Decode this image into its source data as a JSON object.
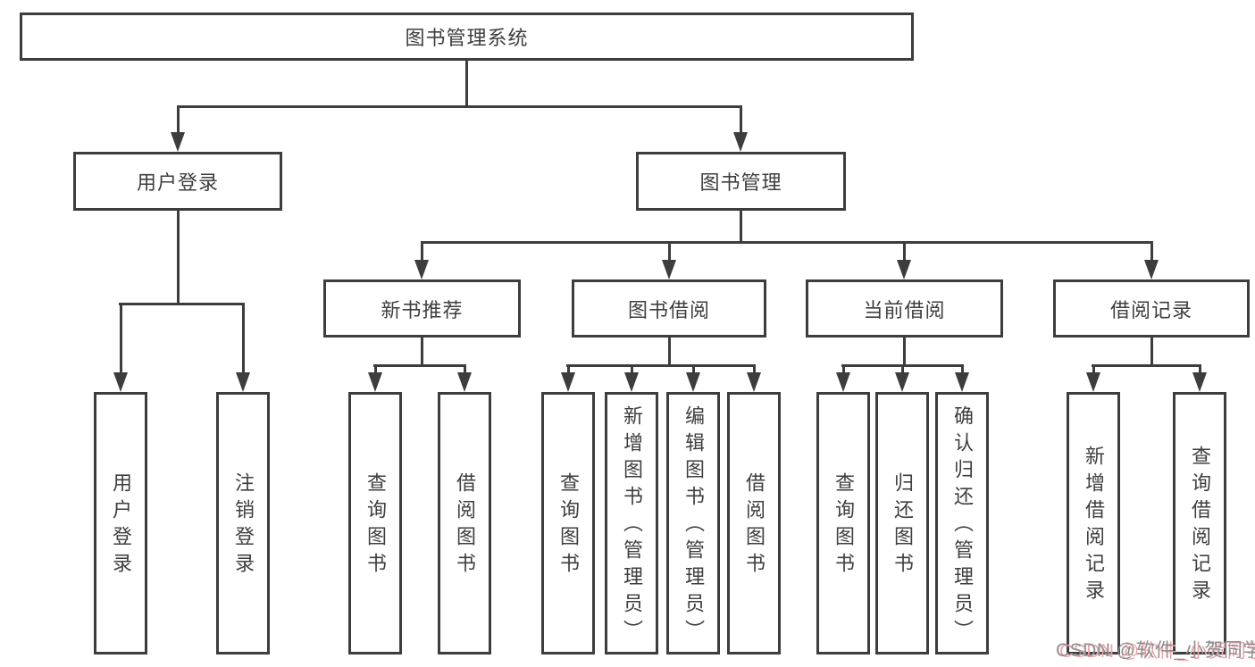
{
  "diagram": {
    "root": {
      "label": "图书管理系统"
    },
    "branches": [
      {
        "label": "用户登录",
        "children": [
          {
            "label": "用户登录"
          },
          {
            "label": "注销登录"
          }
        ]
      },
      {
        "label": "图书管理",
        "children": [
          {
            "label": "新书推荐",
            "children": [
              {
                "label": "查询图书"
              },
              {
                "label": "借阅图书"
              }
            ]
          },
          {
            "label": "图书借阅",
            "children": [
              {
                "label": "查询图书"
              },
              {
                "label": "新增图书（管理员）"
              },
              {
                "label": "编辑图书（管理员）"
              },
              {
                "label": "借阅图书"
              }
            ]
          },
          {
            "label": "当前借阅",
            "children": [
              {
                "label": "查询图书"
              },
              {
                "label": "归还图书"
              },
              {
                "label": "确认归还（管理员）"
              }
            ]
          },
          {
            "label": "借阅记录",
            "children": [
              {
                "label": "新增借阅记录"
              },
              {
                "label": "查询借阅记录"
              }
            ]
          }
        ]
      }
    ]
  },
  "watermark": {
    "text": "CSDN @软件_小贺同学"
  },
  "colors": {
    "line": "#3d3d3d",
    "text": "#3e3e3e",
    "background": "#ffffff",
    "watermark_text": "#8f8f8f",
    "watermark_shadow": "#f0a4a8"
  }
}
